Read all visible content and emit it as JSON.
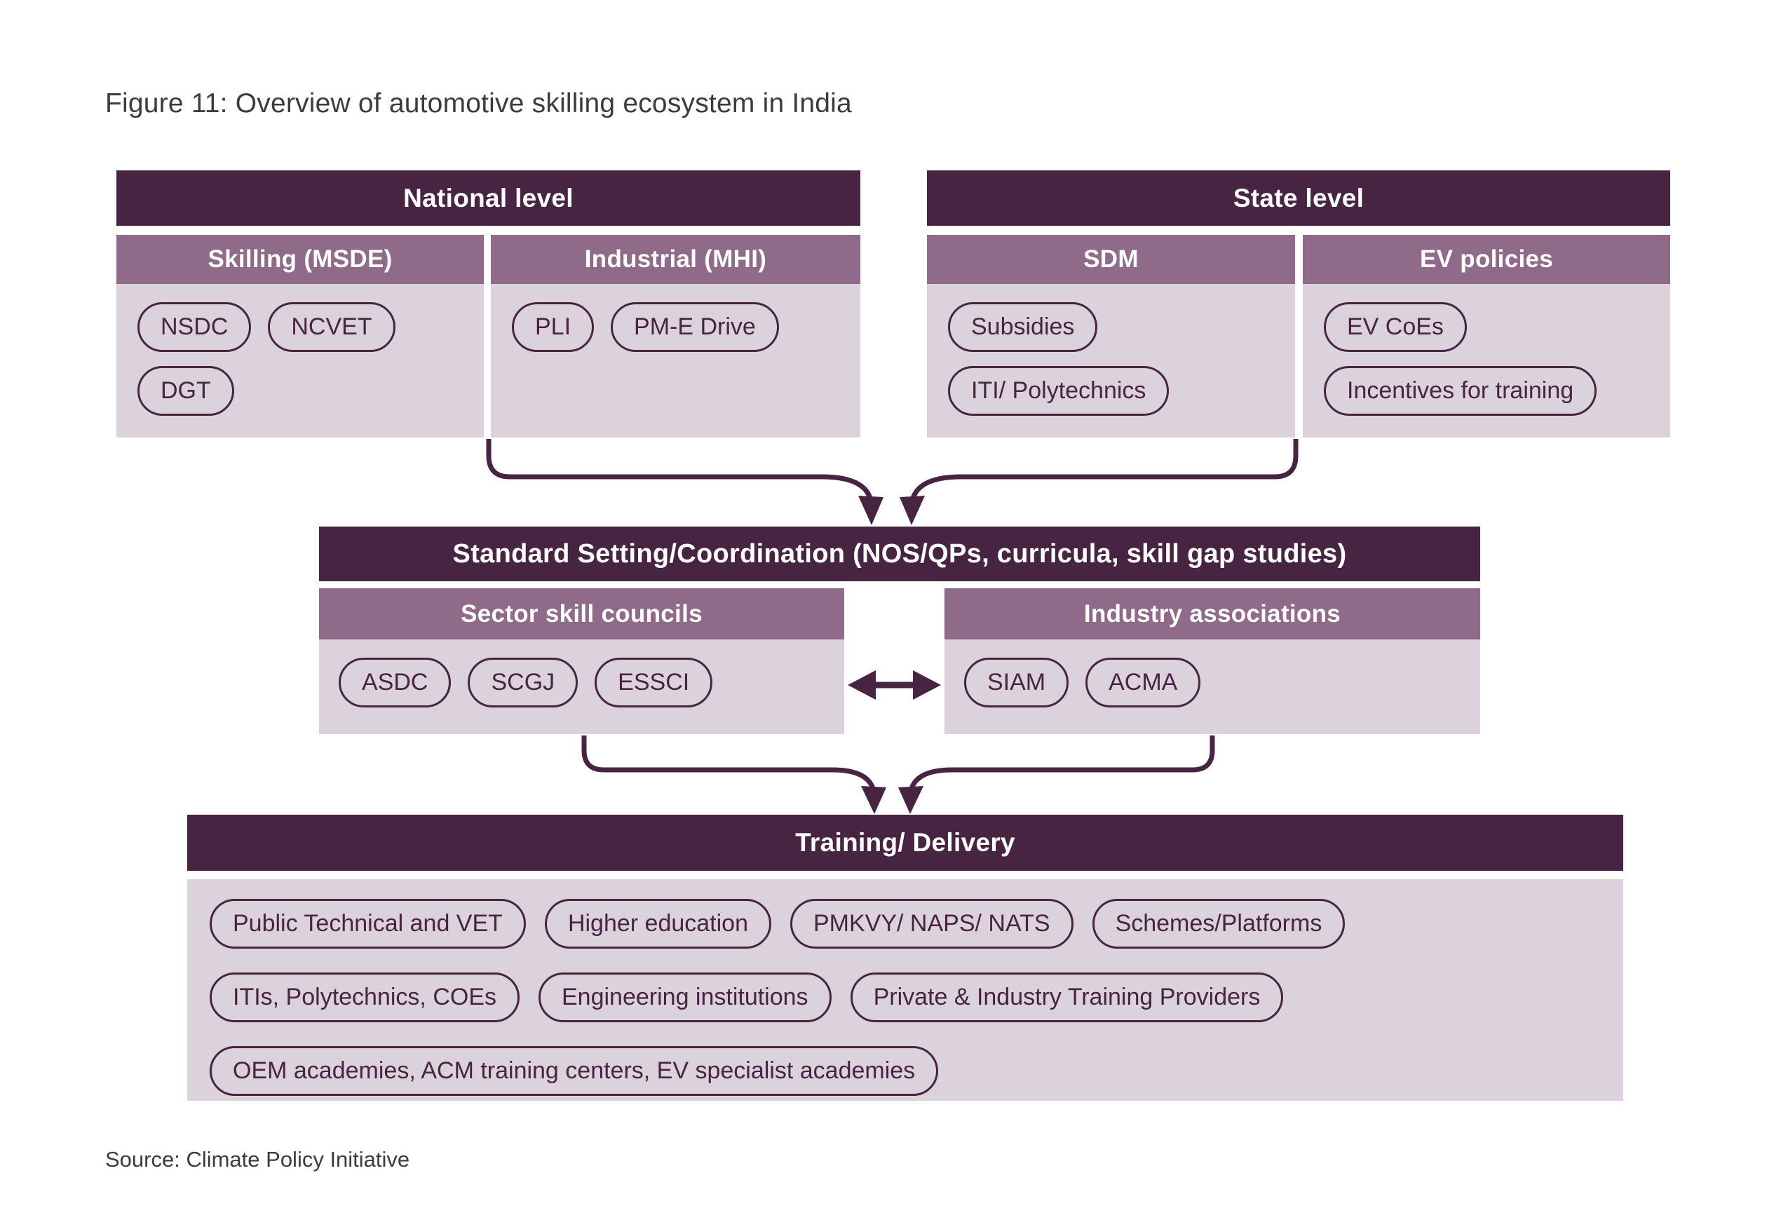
{
  "figure": {
    "title": "Figure 11: Overview of automotive skilling ecosystem in India",
    "source": "Source: Climate Policy Initiative"
  },
  "colors": {
    "dark_purple": "#482443",
    "mauve": "#8F6B89",
    "light_lavender": "#DBD2DB",
    "text_dark": "#3C3C3C",
    "white": "#FFFFFF"
  },
  "national": {
    "title": "National level",
    "columns": [
      {
        "title": "Skilling (MSDE)",
        "pills": [
          "NSDC",
          "NCVET",
          "DGT"
        ]
      },
      {
        "title": "Industrial (MHI)",
        "pills": [
          "PLI",
          "PM-E Drive"
        ]
      }
    ]
  },
  "state": {
    "title": "State level",
    "columns": [
      {
        "title": "SDM",
        "pills": [
          "Subsidies",
          "ITI/ Polytechnics"
        ]
      },
      {
        "title": "EV policies",
        "pills": [
          "EV CoEs",
          "Incentives for training"
        ]
      }
    ]
  },
  "standard": {
    "title": "Standard Setting/Coordination (NOS/QPs, curricula, skill gap studies)",
    "columns": [
      {
        "title": "Sector skill councils",
        "pills": [
          "ASDC",
          "SCGJ",
          "ESSCI"
        ]
      },
      {
        "title": "Industry associations",
        "pills": [
          "SIAM",
          "ACMA"
        ]
      }
    ]
  },
  "training": {
    "title": "Training/ Delivery",
    "rows": [
      [
        "Public Technical and VET",
        "Higher education",
        "PMKVY/ NAPS/ NATS",
        "Schemes/Platforms"
      ],
      [
        "ITIs, Polytechnics, COEs",
        "Engineering institutions",
        "Private & Industry Training Providers"
      ],
      [
        "OEM academies, ACM training centers, EV specialist academies"
      ]
    ]
  }
}
